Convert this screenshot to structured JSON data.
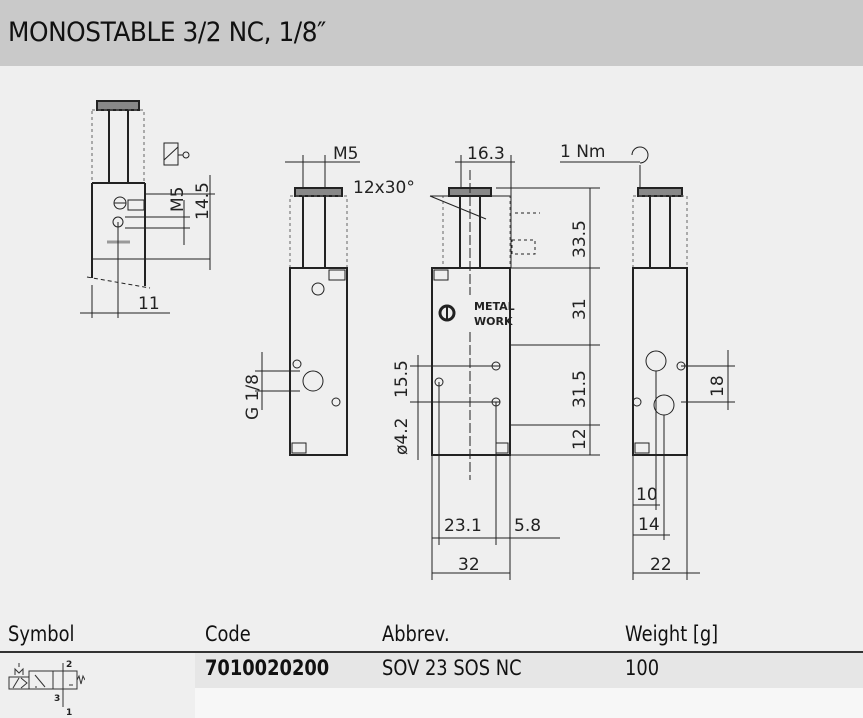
{
  "title": "MONOSTABLE 3/2 NC, 1/8″",
  "drawing": {
    "logo": [
      "METAL",
      "WORK"
    ],
    "dims": {
      "view1_m5": "M5",
      "view1_14_5": "14.5",
      "view1_11": "11",
      "view2_m5": "M5",
      "view2_g18": "G 1/8",
      "view3_16_3": "16.3",
      "view3_12x30": "12x30°",
      "view3_33_5": "33.5",
      "view3_31": "31",
      "view3_15_5": "15.5",
      "view3_31_5": "31.5",
      "view3_d4_2": "ø4.2",
      "view3_12": "12",
      "view3_23_1": "23.1",
      "view3_5_8": "5.8",
      "view3_32": "32",
      "view4_torque": "1 Nm",
      "view4_18": "18",
      "view4_10": "10",
      "view4_14": "14",
      "view4_22": "22"
    }
  },
  "table": {
    "headers": [
      "Symbol",
      "Code",
      "Abbrev.",
      "Weight [g]"
    ],
    "rows": [
      {
        "code": "7010020200",
        "abbrev": "SOV 23 SOS NC",
        "weight": "100",
        "symbol_ports": [
          "2",
          "3",
          "1"
        ]
      }
    ]
  }
}
